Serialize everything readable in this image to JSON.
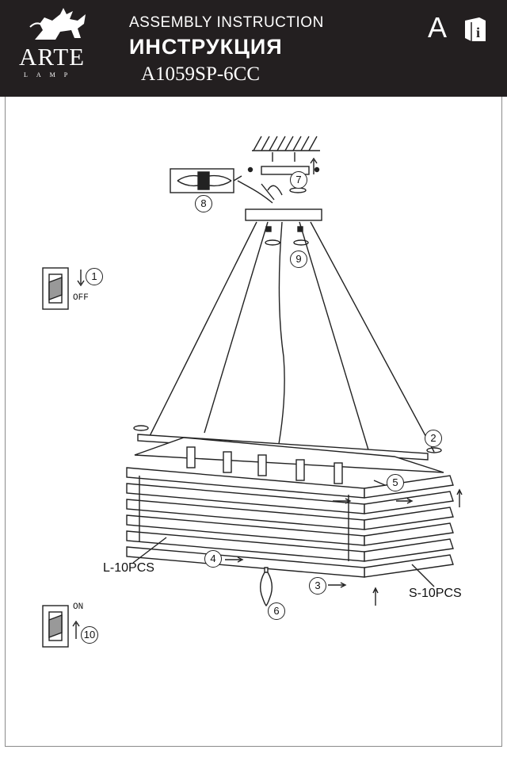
{
  "header": {
    "brand": "ARTE",
    "brand_sub": "LAMP",
    "title_en": "ASSEMBLY INSTRUCTION",
    "title_ru": "ИНСТРУКЦИЯ",
    "model": "A1059SP-6CC",
    "lang_letter": "A",
    "info_glyph": "i"
  },
  "switch_off": {
    "label": "OFF",
    "step": "1"
  },
  "switch_on": {
    "label": "ON",
    "step": "10"
  },
  "steps": [
    "2",
    "3",
    "4",
    "5",
    "6",
    "7",
    "8",
    "9"
  ],
  "parts": {
    "long_slats": "L-10PCS",
    "short_slats": "S-10PCS"
  },
  "colors": {
    "header_bg": "#231f20",
    "line": "#222222",
    "frame": "#8a8a8a"
  },
  "icons": [
    "griffin-logo-icon",
    "info-book-icon",
    "wall-switch-icon",
    "bulb-icon",
    "arrow-icon"
  ]
}
